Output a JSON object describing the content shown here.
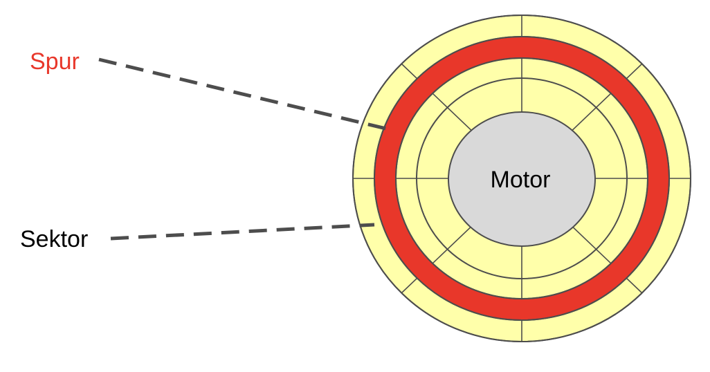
{
  "labels": {
    "track": "Spur",
    "sector": "Sektor",
    "motor": "Motor"
  },
  "colors": {
    "track": "#e8372a",
    "platter": "#ffffaa",
    "motor": "#d9d9d9",
    "stroke": "#4d4d4d",
    "sector_label": "#000000"
  }
}
